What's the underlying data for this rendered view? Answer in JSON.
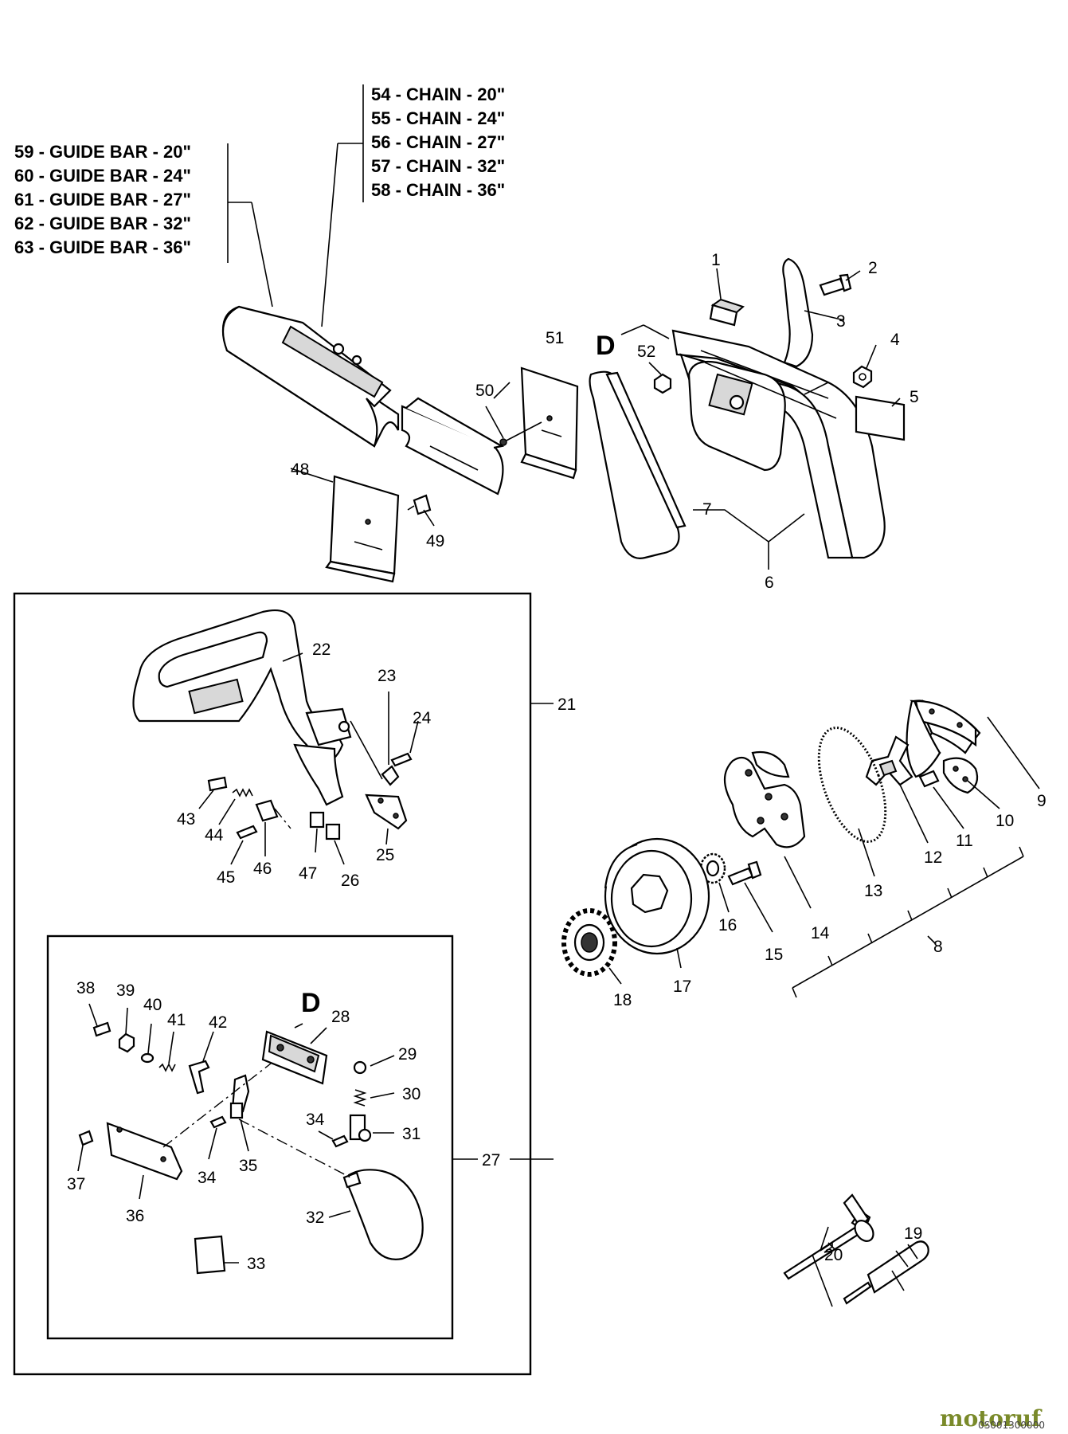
{
  "guide_bars": [
    "59 - GUIDE BAR  - 20\"",
    "60 - GUIDE BAR  - 24\"",
    "61 - GUIDE BAR  - 27\"",
    "62 - GUIDE BAR  - 32\"",
    "63 - GUIDE BAR  - 36\""
  ],
  "chains": [
    "54 - CHAIN - 20\"",
    "55 - CHAIN - 24\"",
    "56 - CHAIN - 27\"",
    "57 - CHAIN - 32\"",
    "58 - CHAIN - 36\""
  ],
  "callouts": {
    "p1": "1",
    "p2": "2",
    "p3": "3",
    "p4": "4",
    "p5": "5",
    "p6": "6",
    "p7": "7",
    "p8": "8",
    "p9": "9",
    "p10": "10",
    "p11": "11",
    "p12": "12",
    "p13": "13",
    "p14": "14",
    "p15": "15",
    "p16": "16",
    "p17": "17",
    "p18": "18",
    "p19": "19",
    "p20": "20",
    "p21": "21",
    "p22": "22",
    "p23": "23",
    "p24": "24",
    "p25": "25",
    "p26": "26",
    "p27": "27",
    "p28": "28",
    "p29": "29",
    "p30": "30",
    "p31": "31",
    "p32": "32",
    "p33": "33",
    "p34a": "34",
    "p34b": "34",
    "p35": "35",
    "p36": "36",
    "p37": "37",
    "p38": "38",
    "p39": "39",
    "p40": "40",
    "p41": "41",
    "p42": "42",
    "p43": "43",
    "p44": "44",
    "p45": "45",
    "p46": "46",
    "p47": "47",
    "p48": "48",
    "p49": "49",
    "p50": "50",
    "p51": "51",
    "p52": "52"
  },
  "detail_markers": {
    "top": "D",
    "inset": "D"
  },
  "watermark": {
    "brand": "motoruf",
    "code": "0S001300000"
  }
}
